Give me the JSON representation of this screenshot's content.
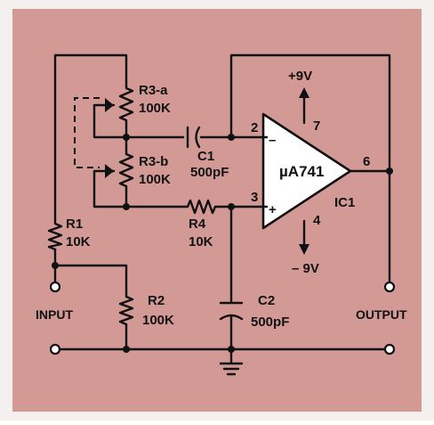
{
  "colors": {
    "background": "#d39a95",
    "border": "#f3f0ef",
    "ink": "#111111",
    "terminal_fill": "#ffffff"
  },
  "components": {
    "r3a": {
      "name": "R3-a",
      "value": "100K"
    },
    "r3b": {
      "name": "R3-b",
      "value": "100K"
    },
    "c1": {
      "name": "C1",
      "value": "500pF"
    },
    "r1": {
      "name": "R1",
      "value": "10K"
    },
    "r4": {
      "name": "R4",
      "value": "10K"
    },
    "r2": {
      "name": "R2",
      "value": "100K"
    },
    "c2": {
      "name": "C2",
      "value": "500pF"
    },
    "ic1": {
      "name": "IC1",
      "part": "µA741"
    }
  },
  "supply": {
    "positive": "+9V",
    "negative": "– 9V"
  },
  "pins": {
    "inverting": "2",
    "noninverting": "3",
    "vplus": "7",
    "vminus": "4",
    "output": "6"
  },
  "opamp_signs": {
    "minus": "–",
    "plus": "+"
  },
  "ports": {
    "input": "INPUT",
    "output": "OUTPUT"
  },
  "icons": [
    "resistor-symbol",
    "capacitor-symbol",
    "op-amp-symbol",
    "ground-symbol",
    "terminal-circle"
  ]
}
